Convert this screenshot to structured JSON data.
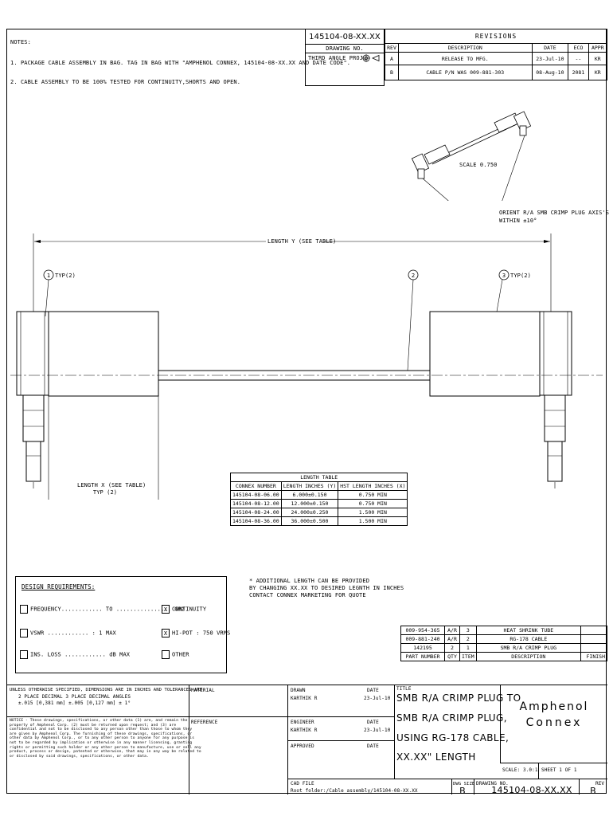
{
  "title_header": {
    "drawing_number": "145104-08-XX.XX",
    "drawing_no_label": "DRAWING NO.",
    "projection": "THIRD ANGLE PROJ."
  },
  "notes": {
    "heading": "NOTES:",
    "items": [
      "1. PACKAGE CABLE ASSEMBLY IN BAG. TAG IN BAG WITH \"AMPHENOL CONNEX, 145104-08-XX.XX AND DATE CODE\".",
      "2. CABLE ASSEMBLY TO BE 100% TESTED FOR CONTINUITY,SHORTS AND OPEN."
    ]
  },
  "revisions": {
    "title": "REVISIONS",
    "headers": [
      "REV",
      "DESCRIPTION",
      "DATE",
      "ECO",
      "APPR"
    ],
    "rows": [
      [
        "A",
        "RELEASE TO MFG.",
        "23-Jul-10",
        "--",
        "KR"
      ],
      [
        "B",
        "CABLE P/N WAS 009-881-303",
        "08-Aug-10",
        "2081",
        "KR"
      ]
    ]
  },
  "drawing": {
    "scale_note": "SCALE 0.750",
    "orient_note_1": "ORIENT R/A SMB CRIMP PLUG AXIS'S",
    "orient_note_2": "WITHIN ±10°",
    "length_y": "LENGTH Y (SEE TABLE)",
    "length_x_1": "LENGTH X (SEE TABLE)",
    "length_x_2": "TYP (2)",
    "balloon_1": "1",
    "balloon_2": "2",
    "balloon_3": "3",
    "typ_left": "TYP(2)",
    "typ_right": "TYP(2)"
  },
  "length_table": {
    "title": "LENGTH TABLE",
    "headers": [
      "CONNEX NUMBER",
      "LENGTH INCHES (Y)",
      "HST LENGTH INCHES (X)"
    ],
    "rows": [
      [
        "145104-08-06.00",
        "6.000±0.150",
        "0.750 MIN"
      ],
      [
        "145104-08-12.00",
        "12.000±0.150",
        "0.750 MIN"
      ],
      [
        "145104-08-24.00",
        "24.000±0.250",
        "1.500 MIN"
      ],
      [
        "145104-08-36.00",
        "36.000±0.500",
        "1.500 MIN"
      ]
    ]
  },
  "additional_note": [
    "* ADDITIONAL LENGTH CAN BE PROVIDED",
    "BY CHANGING XX.XX TO DESIRED LEGNTH IN INCHES",
    "CONTACT CONNEX MARKETING FOR QUOTE"
  ],
  "design_requirements": {
    "heading": "DESIGN REQUIREMENTS:",
    "frequency": "FREQUENCY............ TO ................ GHz",
    "vswr": "VSWR ............ : 1 MAX",
    "ins_loss": "INS. LOSS ............ dB MAX",
    "continuity": "CONTINUITY",
    "hipot": "HI-POT : 750 VRMS",
    "other": "OTHER",
    "check_mark": "X"
  },
  "bom": {
    "headers": [
      "PART NUMBER",
      "QTY",
      "ITEM",
      "DESCRIPTION",
      "FINISH"
    ],
    "rows": [
      [
        "009-954-365",
        "A/R",
        "3",
        "HEAT SHRINK TUBE",
        ""
      ],
      [
        "009-881-240",
        "A/R",
        "2",
        "RG-178 CABLE",
        ""
      ],
      [
        "142195",
        "2",
        "1",
        "SMB R/A CRIMP PLUG",
        ""
      ]
    ]
  },
  "title_block": {
    "tolerance_1": "UNLESS OTHERWISE SPECIFIED, DIMENSIONS ARE IN INCHES AND TOLERANCES ARE:",
    "tolerance_2": "2 PLACE DECIMAL      3 PLACE DECIMAL          ANGLES",
    "tolerance_3": "±.015 [0,381 mm]    ±.005 [0,127 mm]          ± 1°",
    "notice": [
      "NOTICE - These drawings, specifications, or other data (1) are, and remain the",
      "property of Amphenol Corp. (2) must be returned upon request; and (3) are",
      "confidential and not to be disclosed to any person other than those to whom they",
      "are given by Amphenol Corp. The furnishing of these drawings, specifications, or",
      "other data by Amphenol Corp., or to any other person to anyone for any purpose is",
      "not to be regarded by implication or otherwise in any manner licensing, granting",
      "rights or permitting such holder or any other person to manufacture, use or sell any",
      "product, process or design, patented or otherwise, that may in any way be related to",
      "or disclosed by said drawings, specifications, or other data."
    ],
    "material_label": "MATERIAL",
    "reference_label": "REFERENCE",
    "drawn_label": "DRAWN",
    "drawn_by": "KARTHIK R",
    "drawn_date": "23-Jul-10",
    "engineer_label": "ENGINEER",
    "engineer_by": "KARTHIK R",
    "engineer_date": "23-Jul-10",
    "approved_label": "APPROVED",
    "date_label": "DATE",
    "title_label": "TITLE",
    "title_lines": [
      "SMB R/A CRIMP PLUG TO",
      "SMB R/A CRIMP PLUG,",
      "USING RG-178 CABLE,",
      "XX.XX\" LENGTH"
    ],
    "company_1": "Amphenol",
    "company_2": "Connex",
    "scale": "SCALE: 3.0:1",
    "sheet": "SHEET  1 OF 1",
    "cad_file_label": "CAD FILE",
    "cad_file": "Root folder:/Cable assembly/145104-08-XX.XX",
    "dwg_size_label": "DWG SIZE",
    "dwg_size": "B",
    "drawing_no_label": "DRAWING NO.",
    "drawing_no": "145104-08-XX.XX",
    "rev_label": "REV",
    "rev": "B"
  }
}
